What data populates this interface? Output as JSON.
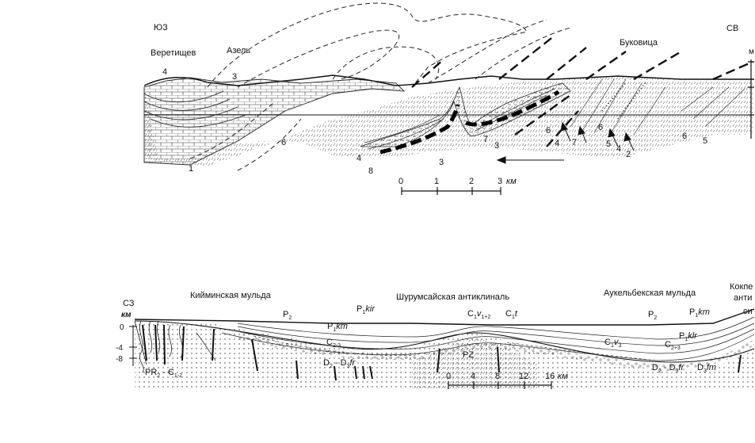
{
  "top": {
    "dir_left": "ЮЗ",
    "dir_right": "СВ",
    "place_left": "Веретищев",
    "place_mid": "Азель",
    "place_right": "Буковица",
    "axis_unit_fragment": "м",
    "numbers": {
      "n4a": "4",
      "n3a": "3",
      "n1": "1",
      "n6a": "6",
      "n4b": "4",
      "n8": "8",
      "n3b": "3",
      "n7a": "7",
      "n3c": "3",
      "n6b": "6",
      "n4c": "4",
      "n7b": "7",
      "n6c": "6",
      "n5a": "5",
      "n4d": "4",
      "n2": "2",
      "n6d": "6",
      "n5b": "5"
    },
    "scale": {
      "t0": "0",
      "t1": "1",
      "t2": "2",
      "t3": "3",
      "unit": "км"
    }
  },
  "bottom": {
    "dir_left": "СЗ",
    "depth_unit": "км",
    "depth_ticks": {
      "d0": "0",
      "d4": "-4",
      "d8": "-8"
    },
    "region_left": "Кийминская мульда",
    "region_mid": "Шурумсайская антиклиналь",
    "region_right": "Аукельбекская мульда",
    "region_far_right_1": "Кокпе",
    "region_far_right_2": "анти",
    "region_far_right_3": "си",
    "units": {
      "p2_left": {
        "base": "P",
        "sub": "2"
      },
      "p1kir": {
        "base": "P",
        "sub": "1",
        "suffix": "kir"
      },
      "p1km_left": {
        "base": "P",
        "sub": "1",
        "suffix": "km"
      },
      "c23": {
        "base": "C",
        "sub": "2-3"
      },
      "c1v12": {
        "base": "C",
        "sub": "1",
        "mid": "v",
        "sub2": "1+2"
      },
      "c1t": {
        "base": "C",
        "sub": "1",
        "suffix": "t"
      },
      "pz": {
        "base": "PZ"
      },
      "d2d3fr": {
        "base": "D",
        "sub": "2",
        "mid": " - D",
        "sub2": "3",
        "suffix": "fr"
      },
      "pr2": {
        "base": "PR",
        "sub": "2",
        "mid": " - Є",
        "sub2": "1-2"
      },
      "p2_right": {
        "base": "P",
        "sub": "2"
      },
      "p1km_right": {
        "base": "P",
        "sub": "1",
        "suffix": "km"
      },
      "c1v3": {
        "base": "C",
        "sub": "1",
        "mid": "v",
        "sub2": "3"
      },
      "p1klr": {
        "base": "P",
        "sub": "1",
        "suffix": "klr"
      },
      "c23b": {
        "base": "C",
        "sub": "2+3"
      },
      "d2d3fr_r": {
        "base": "D",
        "sub": "2",
        "mid": " - D",
        "sub2": "3",
        "suffix": "fr"
      },
      "d3fm": {
        "base": "D",
        "sub": "3",
        "suffix": "fm"
      }
    },
    "scale": {
      "t0": "0",
      "t4": "4",
      "t8": "8",
      "t12": "12",
      "t16": "16",
      "unit": "км"
    }
  }
}
